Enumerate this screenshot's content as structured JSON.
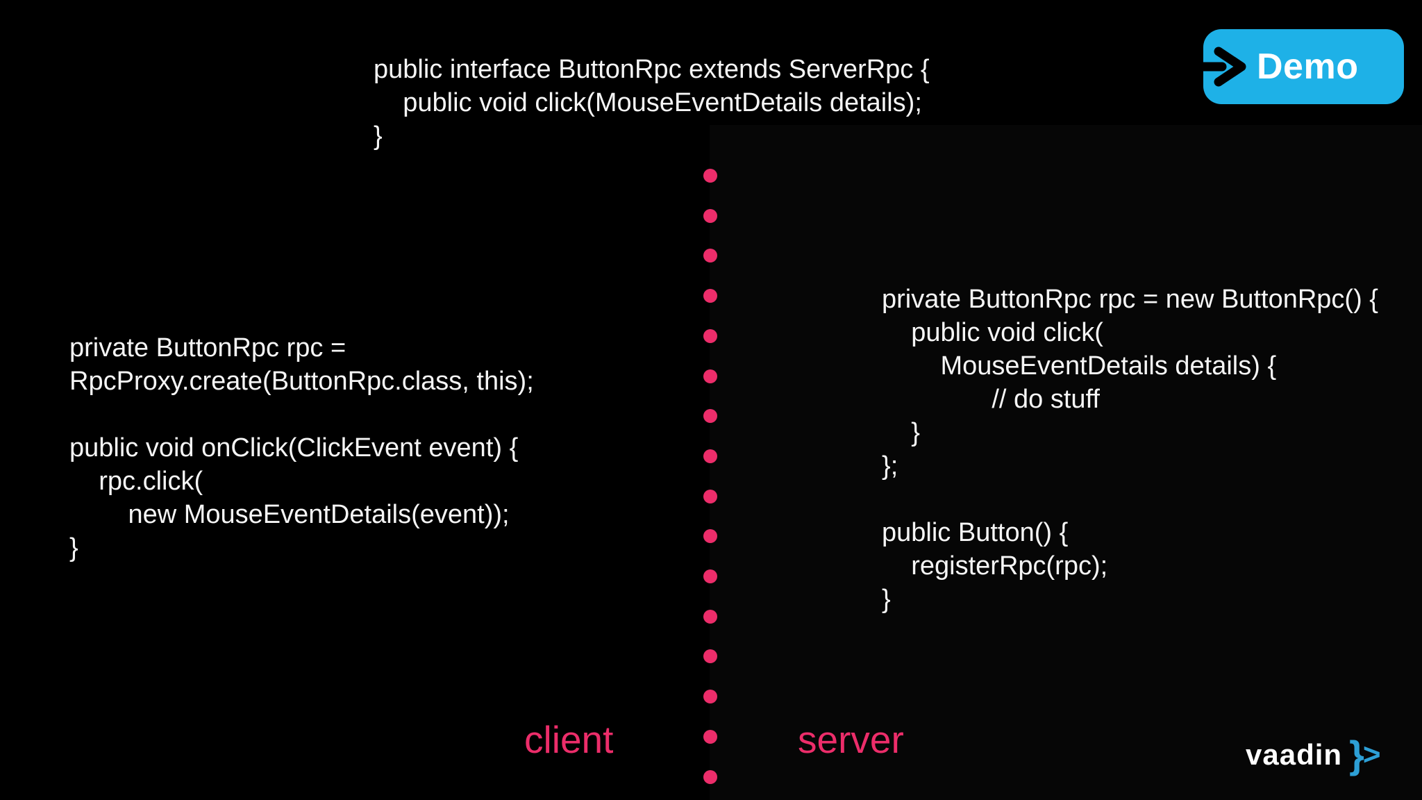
{
  "slide": {
    "background_color": "#000000",
    "code_text_color": "#f5f5f5",
    "top_code": "public interface ButtonRpc extends ServerRpc {\n    public void click(MouseEventDetails details);\n}",
    "left_code": "private ButtonRpc rpc =\nRpcProxy.create(ButtonRpc.class, this);\n\npublic void onClick(ClickEvent event) {\n    rpc.click(\n        new MouseEventDetails(event));\n}",
    "right_code": "private ButtonRpc rpc = new ButtonRpc() {\n    public void click(\n        MouseEventDetails details) {\n               // do stuff\n    }\n};\n\npublic Button() {\n    registerRpc(rpc);\n}",
    "labels": {
      "client": "client",
      "server": "server",
      "color": "#ec2d6a"
    },
    "divider": {
      "dot_count": 16,
      "color": "#ec2d6a"
    },
    "demo_button": {
      "label": "Demo",
      "background_color": "#1eb1e7",
      "arrow_color": "#000000",
      "text_color": "#ffffff"
    },
    "logo": {
      "word": "vaadin",
      "brace": "}",
      "gt": ">",
      "word_color": "#ffffff",
      "symbol_color": "#2d9fd6"
    }
  }
}
